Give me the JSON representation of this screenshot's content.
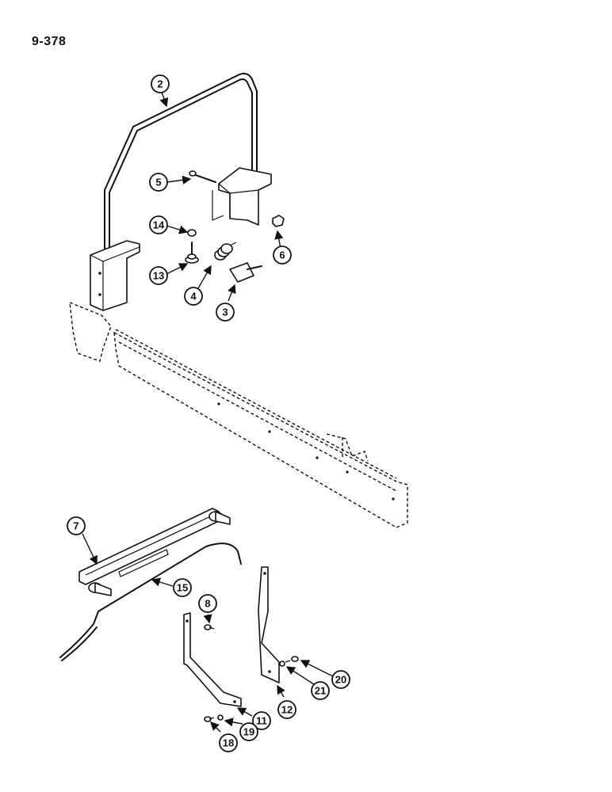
{
  "page": {
    "number": "9-378"
  },
  "callouts": {
    "c2": "2",
    "c5": "5",
    "c14": "14",
    "c6": "6",
    "c13": "13",
    "c4": "4",
    "c3": "3",
    "c7": "7",
    "c15": "15",
    "c8": "8",
    "c11": "11",
    "c12": "12",
    "c18": "18",
    "c19": "19",
    "c20": "20",
    "c21": "21"
  }
}
